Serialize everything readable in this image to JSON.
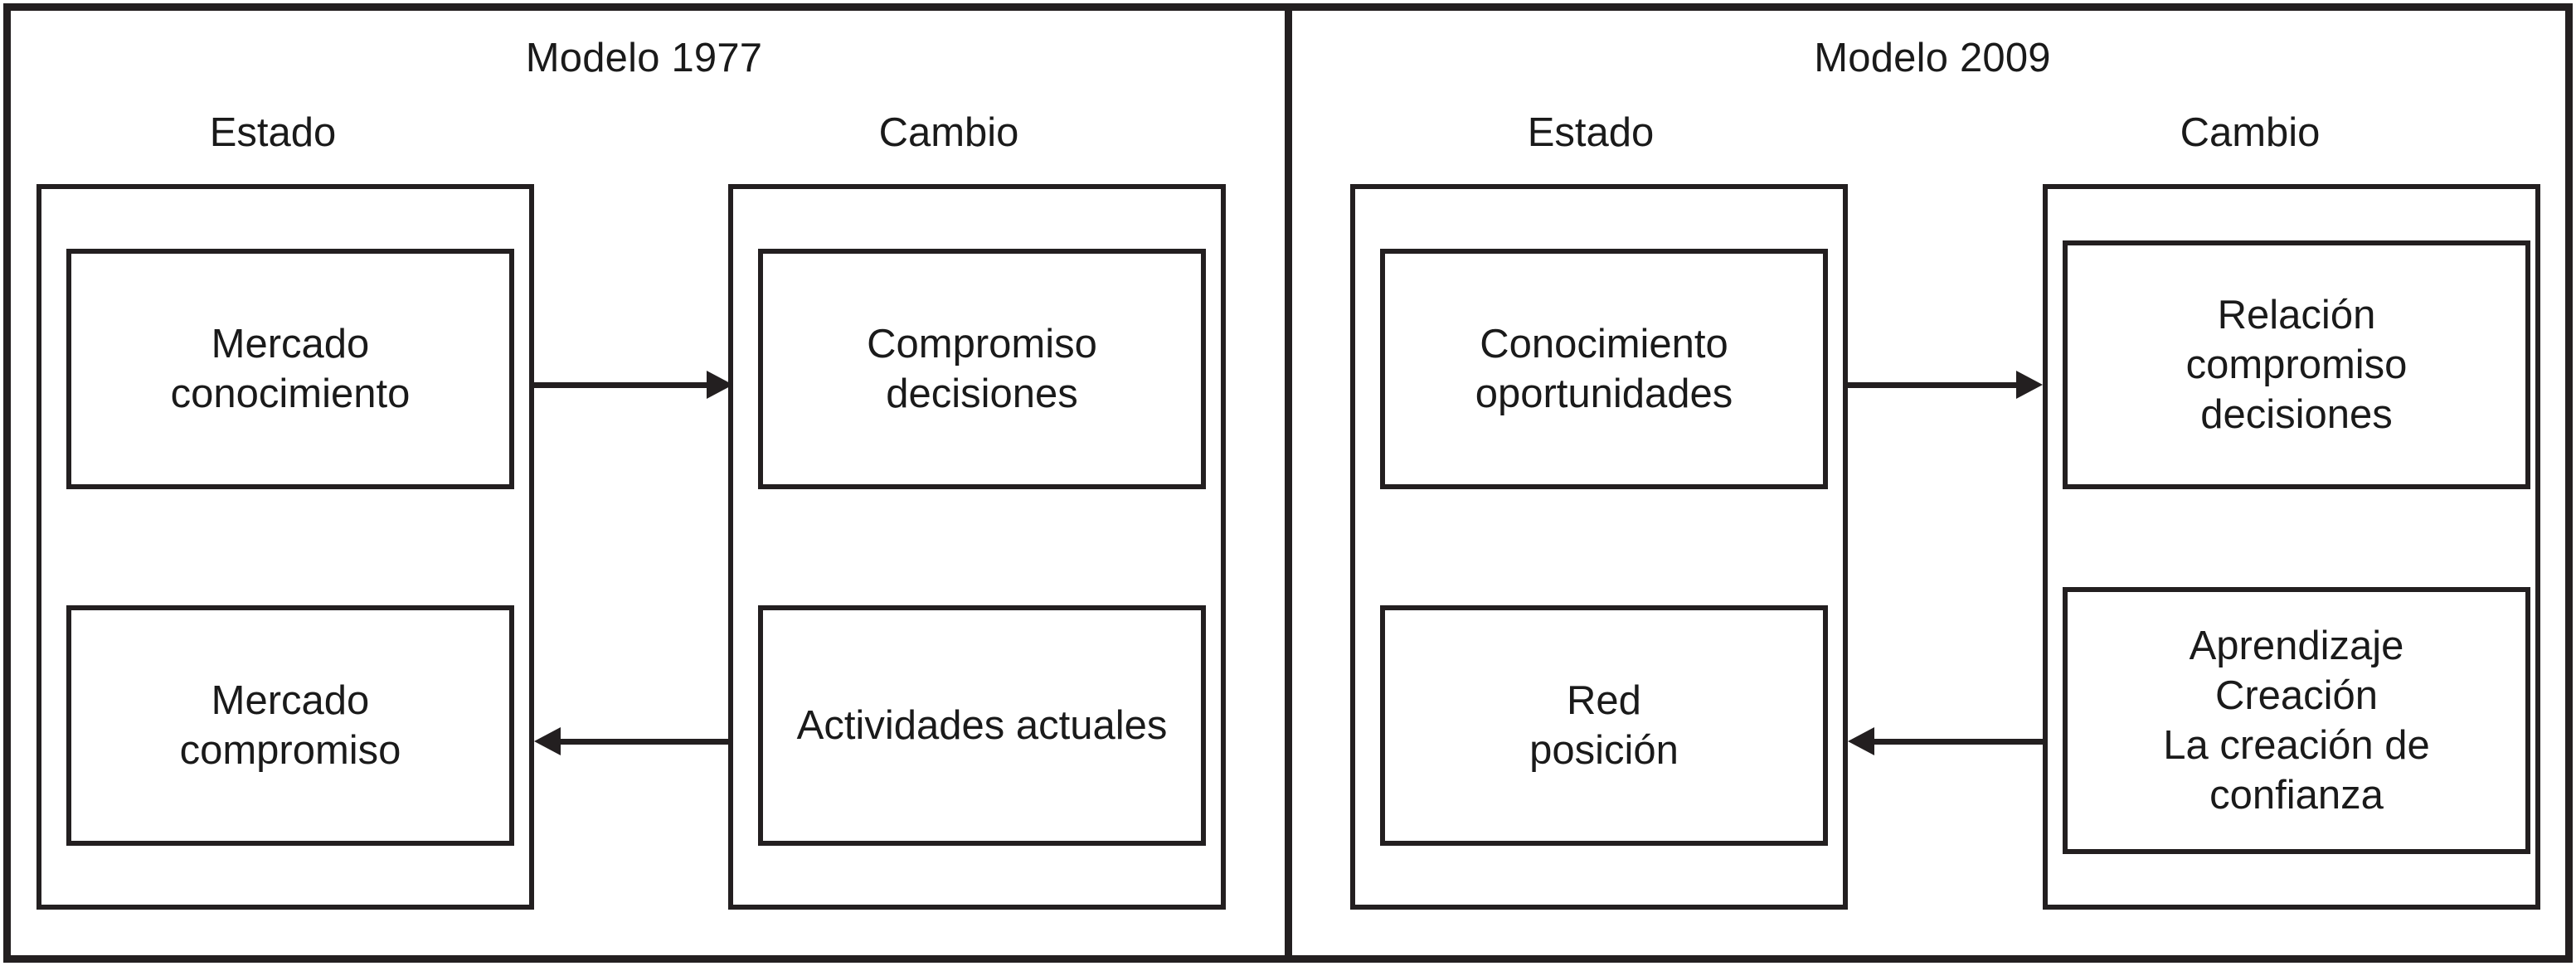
{
  "figure": {
    "type": "two-panel-comparison-diagram",
    "colors": {
      "stroke": "#231f20",
      "background": "#ffffff",
      "text": "#1a1a1a"
    }
  },
  "panels": [
    {
      "id": "modelo-1977",
      "title": "Modelo 1977",
      "columns": [
        {
          "id": "estado",
          "header": "Estado",
          "nodes": [
            {
              "id": "mercado-conocimiento",
              "label": "Mercado\nconocimiento"
            },
            {
              "id": "mercado-compromiso",
              "label": "Mercado\ncompromiso"
            }
          ]
        },
        {
          "id": "cambio",
          "header": "Cambio",
          "nodes": [
            {
              "id": "compromiso-decisiones",
              "label": "Compromiso\ndecisiones"
            },
            {
              "id": "actividades-actuales",
              "label": "Actividades actuales"
            }
          ]
        }
      ],
      "arrows": [
        {
          "id": "estado-to-cambio",
          "direction": "right",
          "from": "mercado-conocimiento",
          "to": "compromiso-decisiones"
        },
        {
          "id": "cambio-to-estado",
          "direction": "left",
          "from": "actividades-actuales",
          "to": "mercado-compromiso"
        }
      ]
    },
    {
      "id": "modelo-2009",
      "title": "Modelo 2009",
      "columns": [
        {
          "id": "estado",
          "header": "Estado",
          "nodes": [
            {
              "id": "conocimiento-oportunidades",
              "label": "Conocimiento\noportunidades"
            },
            {
              "id": "red-posicion",
              "label": "Red\nposición"
            }
          ]
        },
        {
          "id": "cambio",
          "header": "Cambio",
          "nodes": [
            {
              "id": "relacion-compromiso-decisiones",
              "label": "Relación\ncompromiso\ndecisiones"
            },
            {
              "id": "aprendizaje-creacion-confianza",
              "label": "Aprendizaje\nCreación\nLa creación de\nconfianza"
            }
          ]
        }
      ],
      "arrows": [
        {
          "id": "estado-to-cambio",
          "direction": "right",
          "from": "conocimiento-oportunidades",
          "to": "relacion-compromiso-decisiones"
        },
        {
          "id": "cambio-to-estado",
          "direction": "left",
          "from": "aprendizaje-creacion-confianza",
          "to": "red-posicion"
        }
      ]
    }
  ]
}
